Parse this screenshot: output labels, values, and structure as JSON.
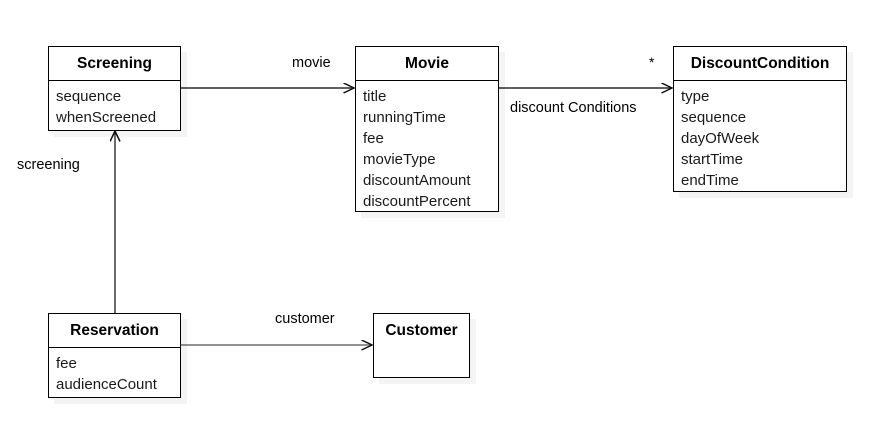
{
  "diagram": {
    "kind": "uml-class-diagram",
    "background_color": "#ffffff",
    "line_color_dark": "#1a1a1a",
    "line_color_gray": "#6b6b6b",
    "classes": [
      {
        "id": "screening",
        "name": "Screening",
        "attributes": [
          "sequence",
          "whenScreened"
        ]
      },
      {
        "id": "movie",
        "name": "Movie",
        "attributes": [
          "title",
          "runningTime",
          "fee",
          "movieType",
          "discountAmount",
          "discountPercent"
        ]
      },
      {
        "id": "discountcondition",
        "name": "DiscountCondition",
        "attributes": [
          "type",
          "sequence",
          "dayOfWeek",
          "startTime",
          "endTime"
        ]
      },
      {
        "id": "reservation",
        "name": "Reservation",
        "attributes": [
          "fee",
          "audienceCount"
        ]
      },
      {
        "id": "customer",
        "name": "Customer",
        "attributes": []
      }
    ],
    "associations": [
      {
        "id": "screening-movie",
        "label": "movie",
        "source": "Screening",
        "target": "Movie",
        "multiplicity": ""
      },
      {
        "id": "movie-discountcondition",
        "label": "discount Conditions",
        "source": "Movie",
        "target": "DiscountCondition",
        "multiplicity": "*"
      },
      {
        "id": "reservation-screening",
        "label": "screening",
        "source": "Reservation",
        "target": "Screening",
        "multiplicity": ""
      },
      {
        "id": "reservation-customer",
        "label": "customer",
        "source": "Reservation",
        "target": "Customer",
        "multiplicity": ""
      }
    ]
  }
}
